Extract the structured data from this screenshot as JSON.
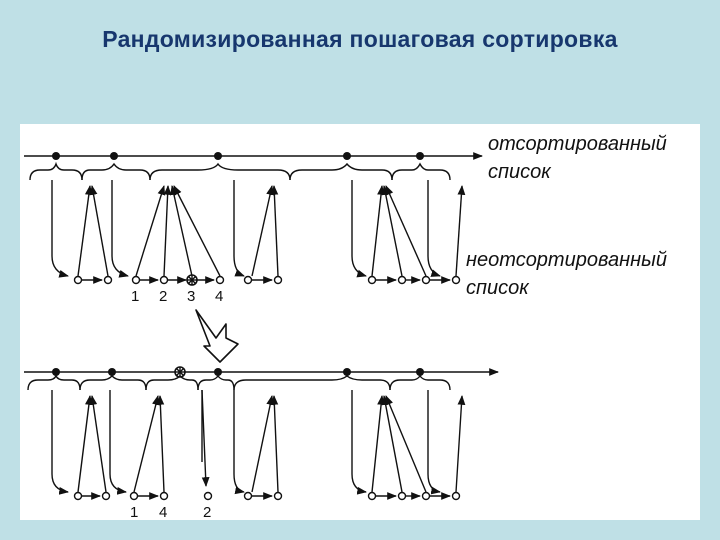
{
  "slide": {
    "title": "Рандомизированная пошаговая сортировка"
  },
  "figure": {
    "label_sorted_line1": "отсортированный",
    "label_sorted_line2": "список",
    "label_unsorted_line1": "неотсортированный",
    "label_unsorted_line2": "список",
    "top_indices": [
      "1",
      "2",
      "3",
      "4"
    ],
    "bottom_indices": [
      "1",
      "4",
      "2"
    ]
  }
}
